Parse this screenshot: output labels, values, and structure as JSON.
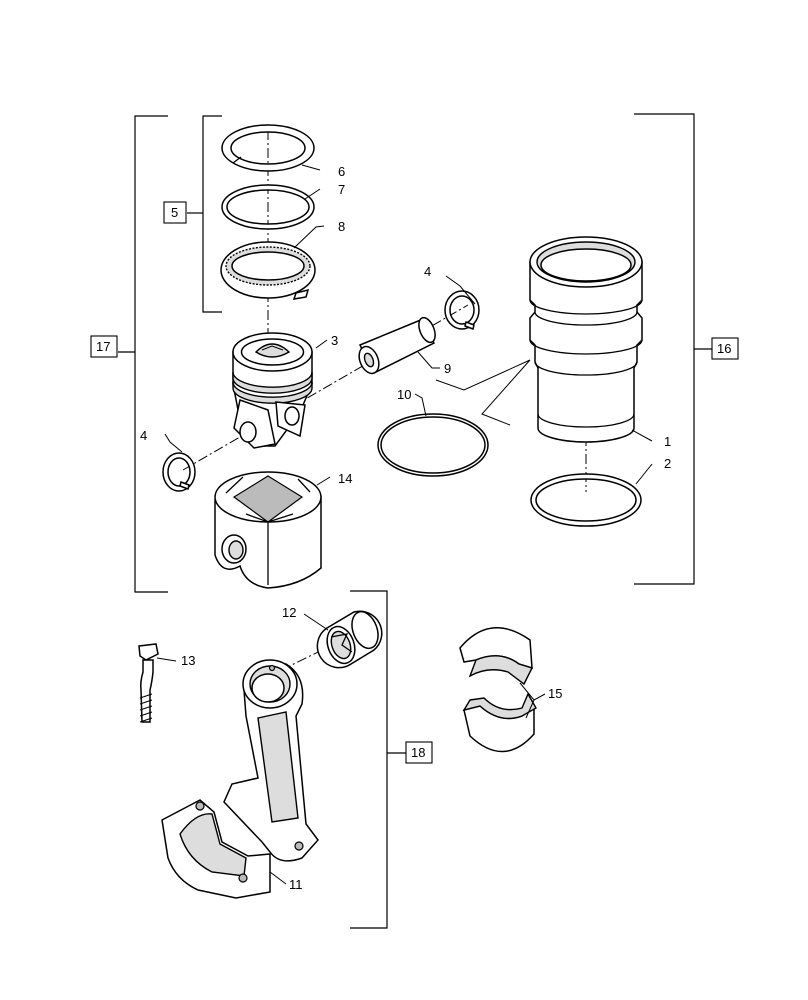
{
  "callouts": {
    "c1": "1",
    "c2": "2",
    "c3": "3",
    "c4a": "4",
    "c4b": "4",
    "c6": "6",
    "c7": "7",
    "c8": "8",
    "c9": "9",
    "c10": "10",
    "c11": "11",
    "c12": "12",
    "c13": "13",
    "c14": "14",
    "c15": "15"
  },
  "groups": {
    "g5": "5",
    "g16": "16",
    "g17": "17",
    "g18": "18"
  }
}
